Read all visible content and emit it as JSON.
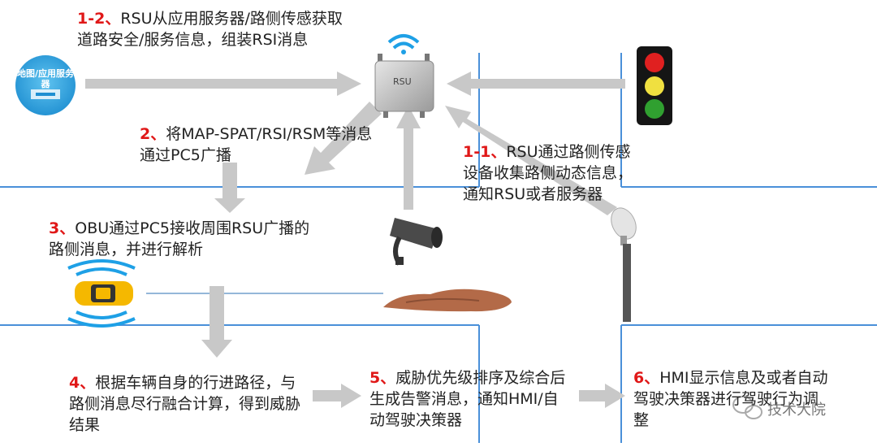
{
  "steps": {
    "s1_2": {
      "num": "1-2",
      "sep": "、",
      "text": "RSU从应用服务器/路侧传感获取道路安全/服务信息，组装RSI消息"
    },
    "s2": {
      "num": "2",
      "sep": "、",
      "text": "将MAP-SPAT/RSI/RSM等消息通过PC5广播"
    },
    "s1_1": {
      "num": "1-1",
      "sep": "、",
      "text": "RSU通过路侧传感设备收集路侧动态信息，通知RSU或者服务器"
    },
    "s3": {
      "num": "3",
      "sep": "、",
      "text": "OBU通过PC5接收周围RSU广播的路侧消息，并进行解析"
    },
    "s4": {
      "num": "4",
      "sep": "、",
      "text": "根据车辆自身的行进路径，与路侧消息尽行融合计算，得到威胁结果"
    },
    "s5": {
      "num": "5",
      "sep": "、",
      "text": "威胁优先级排序及综合后生成告警消息，通知HMI/自动驾驶决策器"
    },
    "s6": {
      "num": "6",
      "sep": "、",
      "text": "HMI显示信息及或者自动驾驶决策器进行驾驶行为调整"
    }
  },
  "map_server_label": "地图/应用服务器",
  "rsu_label": "RSU",
  "watermark": "技术大院",
  "colors": {
    "accent": "#e01818",
    "road": "#4a90d9",
    "arrow": "#c8c8c8",
    "wifi": "#1ea0e6",
    "car": "#f5b800"
  }
}
